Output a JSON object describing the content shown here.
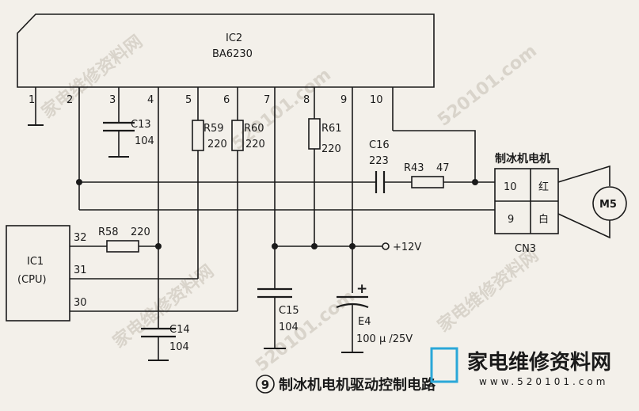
{
  "ic2": {
    "name": "IC2",
    "part": "BA6230"
  },
  "ic1": {
    "name": "IC1",
    "part": "(CPU)"
  },
  "ic2_pins": [
    "1",
    "2",
    "3",
    "4",
    "5",
    "6",
    "7",
    "8",
    "9",
    "10"
  ],
  "ic1_pins": [
    "32",
    "31",
    "30"
  ],
  "components": {
    "c13": {
      "ref": "C13",
      "value": "104"
    },
    "r59": {
      "ref": "R59",
      "value": "220"
    },
    "r60": {
      "ref": "R60",
      "value": "220"
    },
    "r61": {
      "ref": "R61",
      "value": "220"
    },
    "c16": {
      "ref": "C16",
      "value": "223"
    },
    "r43": {
      "ref": "R43",
      "value": "47"
    },
    "r58": {
      "ref": "R58",
      "value": "220"
    },
    "c14": {
      "ref": "C14",
      "value": "104"
    },
    "c15": {
      "ref": "C15",
      "value": "104"
    },
    "e4": {
      "ref": "E4",
      "value": "100 μ /25V",
      "polarity": "+"
    }
  },
  "supply": {
    "label": "+12V"
  },
  "connector": {
    "title": "制冰机电机",
    "ref": "CN3",
    "pins": [
      {
        "num": "10",
        "color": "红"
      },
      {
        "num": "9",
        "color": "白"
      }
    ]
  },
  "motor": {
    "label": "M5"
  },
  "caption": {
    "number": "9",
    "text": "制冰机电机驱动控制电路"
  },
  "watermark": {
    "text": "家电维修资料网",
    "url": "520101.com",
    "brand": "家电维修资料网",
    "brand_url": "www.520101.com",
    "brand_color": "#2aa7d8"
  }
}
